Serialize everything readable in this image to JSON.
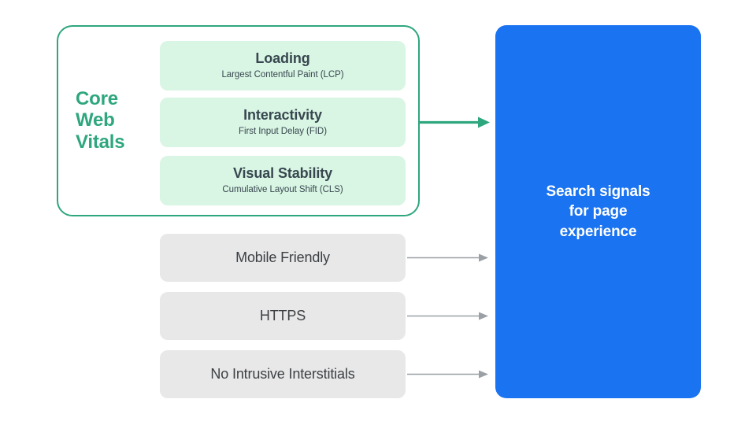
{
  "diagram": {
    "title": "Search signals for page experience",
    "colors": {
      "green_accent": "#2ea67e",
      "green_card_bg": "#d9f5e4",
      "gray_card_bg": "#e8e8e9",
      "blue_panel": "#1a73f0",
      "gray_arrow": "#9aa0a6",
      "dark_text": "#37474f",
      "white": "#ffffff"
    }
  },
  "core_web_vitals": {
    "group_label": "Core\nWeb\nVitals",
    "group_label_lines": [
      "Core",
      "Web",
      "Vitals"
    ],
    "metrics": [
      {
        "title": "Loading",
        "subtitle": "Largest Contentful Paint (LCP)"
      },
      {
        "title": "Interactivity",
        "subtitle": "First Input Delay (FID)"
      },
      {
        "title": "Visual Stability",
        "subtitle": "Cumulative Layout Shift (CLS)"
      }
    ]
  },
  "other_signals": [
    {
      "label": "Mobile Friendly"
    },
    {
      "label": "HTTPS"
    },
    {
      "label": "No Intrusive Interstitials"
    }
  ],
  "destination": {
    "text": "Search signals\nfor page\nexperience"
  },
  "arrows": [
    {
      "name": "core-web-vitals-arrow",
      "color": "#2ea67e",
      "style": "thick"
    },
    {
      "name": "mobile-friendly-arrow",
      "color": "#9aa0a6",
      "style": "thin"
    },
    {
      "name": "https-arrow",
      "color": "#9aa0a6",
      "style": "thin"
    },
    {
      "name": "no-intrusive-interstitials-arrow",
      "color": "#9aa0a6",
      "style": "thin"
    }
  ]
}
